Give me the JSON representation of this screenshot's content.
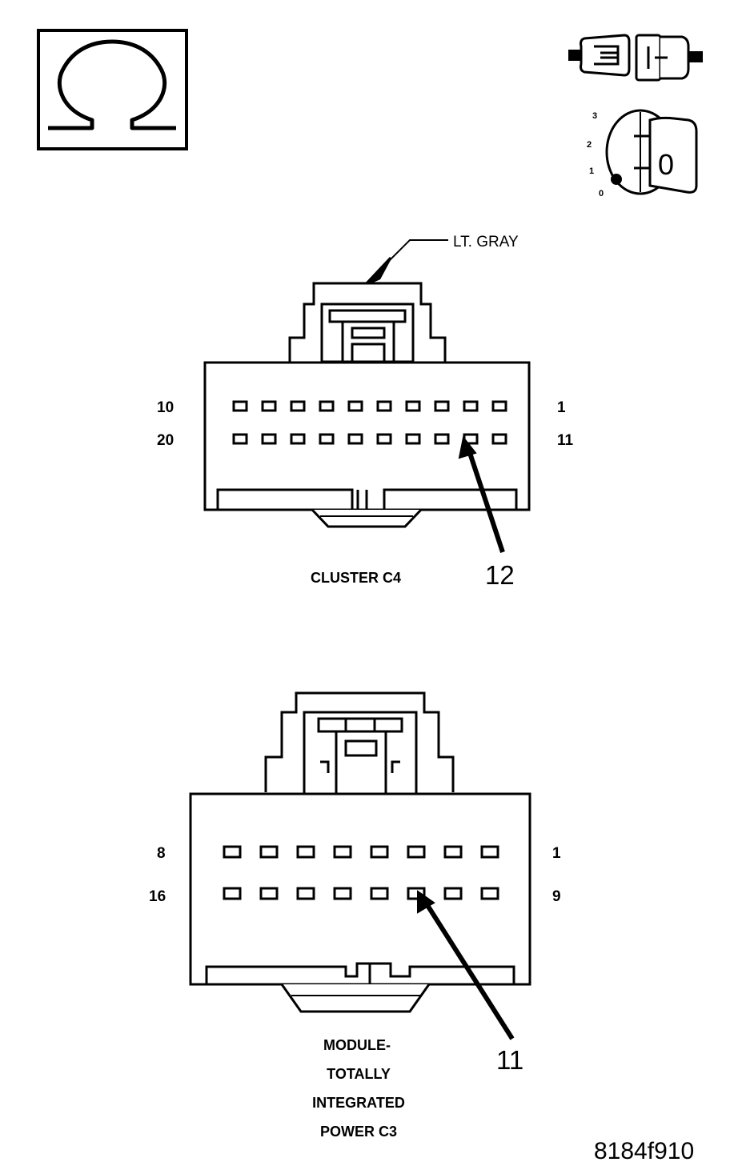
{
  "icons": {
    "ohmmeter": "ohm-icon",
    "disconnected_connector": "disconnected-connector-icon",
    "ignition_switch": "ignition-key-icon"
  },
  "ignition": {
    "positions": [
      "3",
      "2",
      "1",
      "0"
    ],
    "current": "0"
  },
  "connector_c4": {
    "wire_color_label": "LT. GRAY",
    "top_left_pin": "10",
    "top_right_pin": "1",
    "bottom_left_pin": "20",
    "bottom_right_pin": "11",
    "pins_per_row": 10,
    "highlighted_pin": "12",
    "caption": "CLUSTER C4"
  },
  "connector_c3": {
    "top_left_pin": "8",
    "top_right_pin": "1",
    "bottom_left_pin": "16",
    "bottom_right_pin": "9",
    "pins_per_row": 8,
    "highlighted_pin": "11",
    "caption_lines": [
      "MODULE-",
      "TOTALLY",
      "INTEGRATED",
      "POWER C3"
    ]
  },
  "figure_id": "8184f910",
  "colors": {
    "ink": "#000000",
    "paper": "#ffffff"
  }
}
